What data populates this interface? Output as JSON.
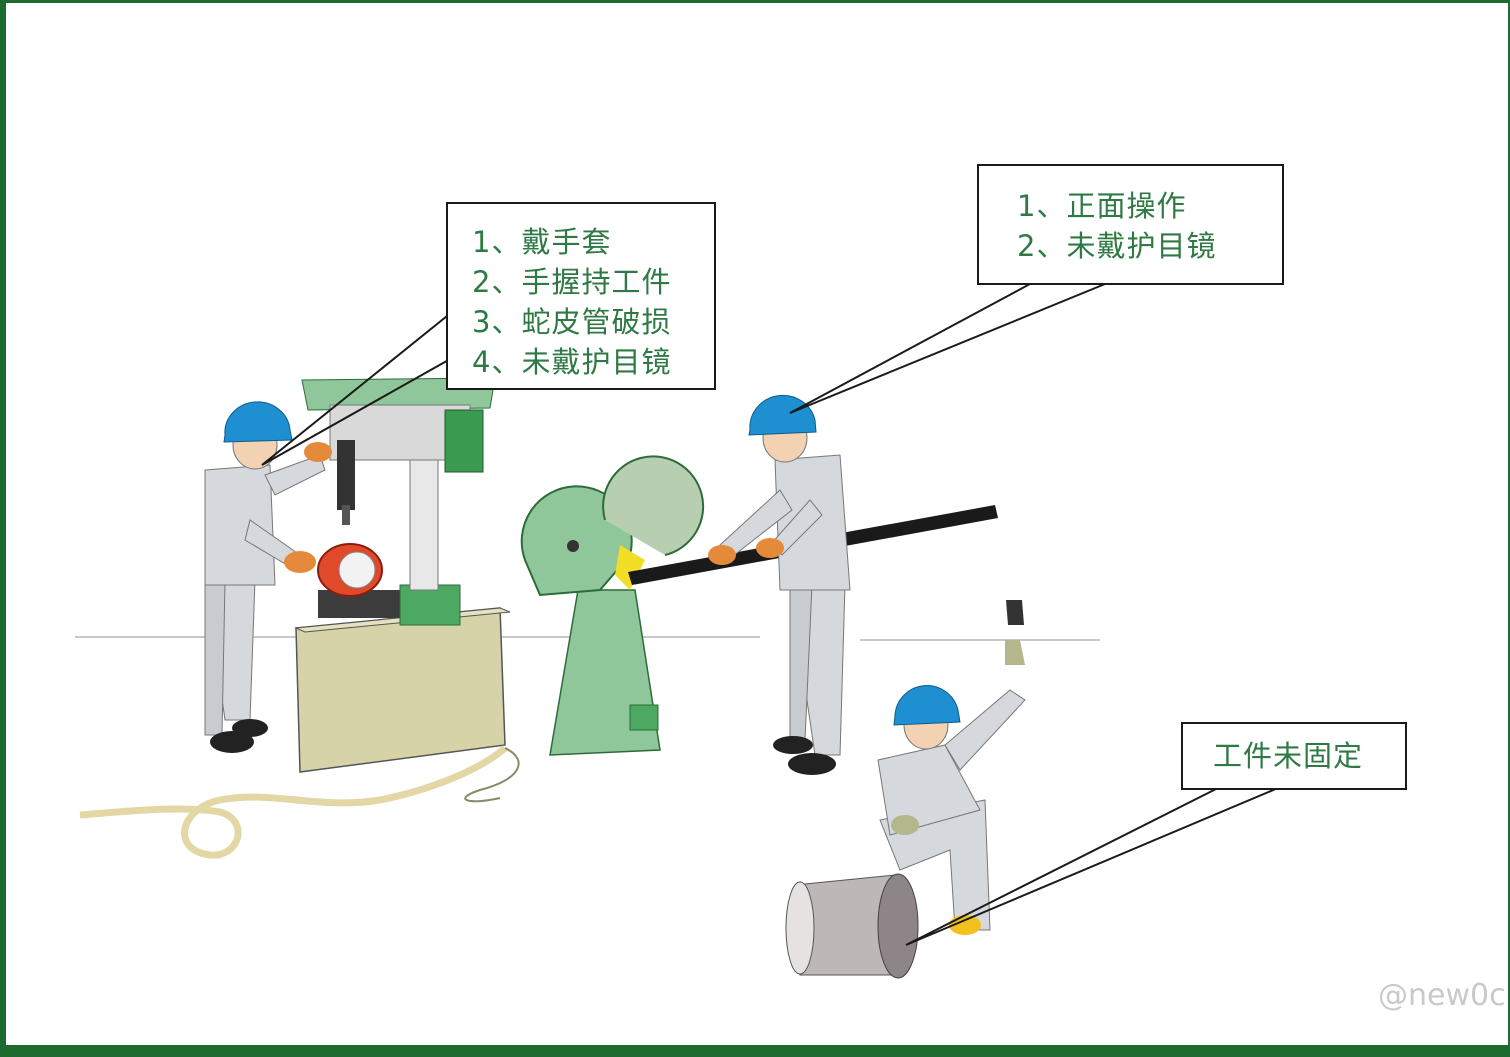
{
  "callouts": {
    "drill_worker": {
      "lines": [
        "1、戴手套",
        "2、手握持工件",
        "3、蛇皮管破损",
        "4、未戴护目镜"
      ]
    },
    "grinder_worker": {
      "lines": [
        "1、正面操作",
        "2、未戴护目镜"
      ]
    },
    "hammer_worker": {
      "lines": [
        "工件未固定"
      ]
    }
  },
  "watermark": "@new0c",
  "colors": {
    "frame": "#1e6b2f",
    "callout_text": "#2f7a44",
    "machine_green": "#4da862",
    "helmet_blue": "#1e8fd0",
    "uniform_gray": "#d5d8dc"
  }
}
